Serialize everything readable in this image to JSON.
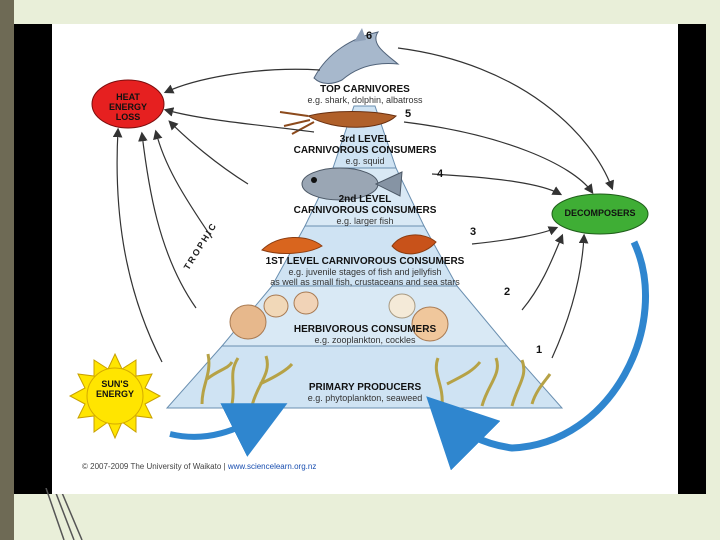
{
  "colors": {
    "heat": "#e62020",
    "decomposers": "#3fae35",
    "sun": "#ffe500",
    "pyramid": "#cfe3f3",
    "arrow_blue": "#2f86cf"
  },
  "tiers": [
    {
      "level": "6",
      "title": "TOP CARNIVORES",
      "subtitle": "e.g. shark, dolphin, albatross"
    },
    {
      "level": "5",
      "title": "3rd LEVEL",
      "title2": "CARNIVOROUS CONSUMERS",
      "subtitle": "e.g. squid"
    },
    {
      "level": "4",
      "title": "2nd LEVEL",
      "title2": "CARNIVOROUS CONSUMERS",
      "subtitle": "e.g. larger fish"
    },
    {
      "level": "3",
      "title": "1ST LEVEL CARNIVOROUS CONSUMERS",
      "subtitle": "e.g. juvenile stages of fish and jellyfish",
      "subtitle2": "as well as small fish, crustaceans and sea stars"
    },
    {
      "level": "2",
      "title": "HERBIVOROUS CONSUMERS",
      "subtitle": "e.g. zooplankton, cockles"
    },
    {
      "level": "1",
      "title": "PRIMARY PRODUCERS",
      "subtitle": "e.g. phytoplankton, seaweed"
    }
  ],
  "nodes": {
    "heat_line1": "HEAT",
    "heat_line2": "ENERGY",
    "heat_line3": "LOSS",
    "decomposers": "DECOMPOSERS",
    "sun_line1": "SUN'S",
    "sun_line2": "ENERGY"
  },
  "trophic_label": "TROPHIC",
  "footer": {
    "copyright": "© 2007-2009 The University of Waikato | ",
    "url": "www.sciencelearn.org.nz"
  },
  "icons": [
    "dolphin-icon",
    "squid-icon",
    "fish-icon",
    "shrimp-icon",
    "shell-icon",
    "seaweed-icon"
  ]
}
